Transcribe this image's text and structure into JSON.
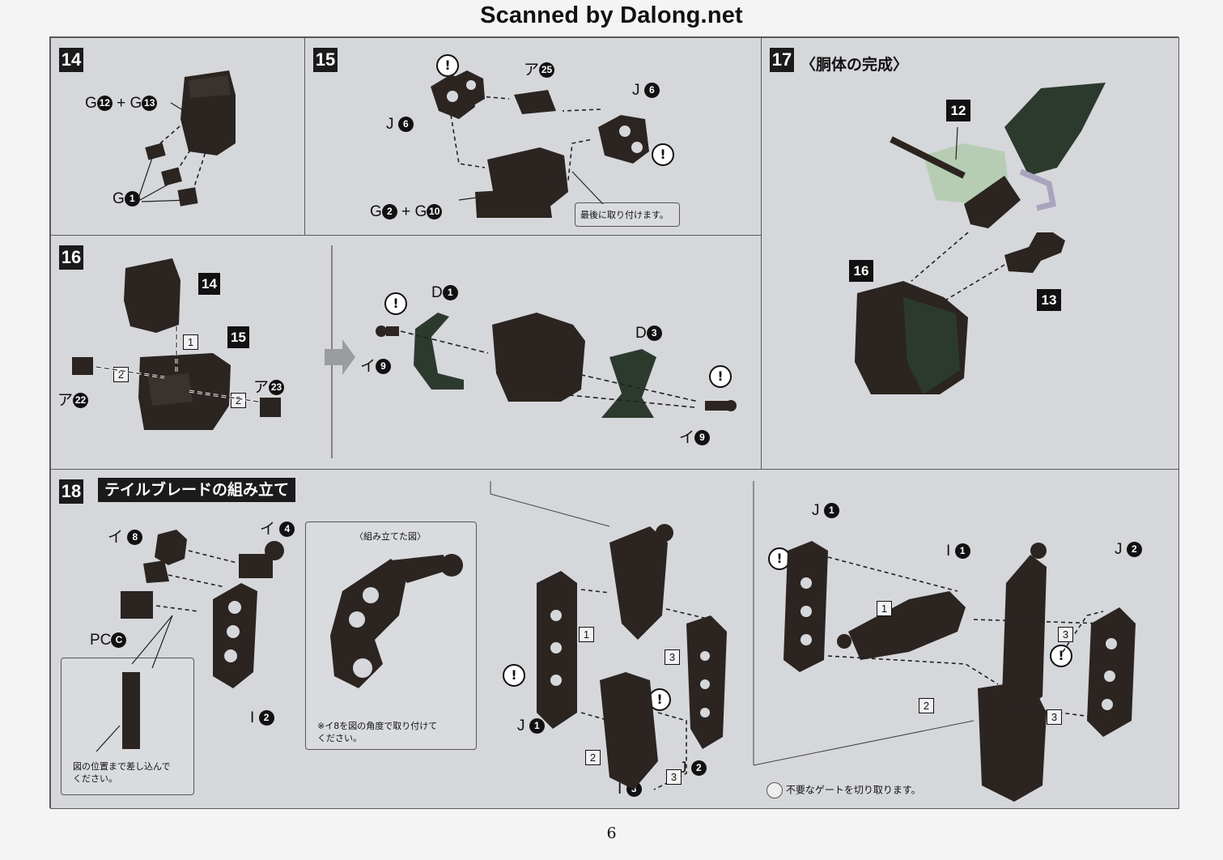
{
  "header": "Scanned by Dalong.net",
  "page_number": "6",
  "steps": {
    "s14": {
      "num": "14",
      "labels": [
        {
          "prefix": "G",
          "n": "12"
        },
        {
          "sep": "+"
        },
        {
          "prefix": "G",
          "n": "13"
        }
      ],
      "g1": {
        "prefix": "G",
        "n": "1"
      }
    },
    "s15": {
      "num": "15",
      "a25": {
        "prefix": "ア",
        "n": "25"
      },
      "j6a": {
        "prefix": "J",
        "n": "6"
      },
      "j6b": {
        "prefix": "J",
        "n": "6"
      },
      "g2": {
        "prefix": "G",
        "n": "2"
      },
      "plus": "+",
      "g10": {
        "prefix": "G",
        "n": "10"
      },
      "note": "最後に取り付けます。"
    },
    "s16": {
      "num": "16",
      "ref14": "14",
      "ref15": "15",
      "a22": {
        "prefix": "ア",
        "n": "22"
      },
      "a23": {
        "prefix": "ア",
        "n": "23"
      },
      "d1": {
        "prefix": "D",
        "n": "1"
      },
      "d3": {
        "prefix": "D",
        "n": "3"
      },
      "i9a": {
        "prefix": "イ",
        "n": "9"
      },
      "i9b": {
        "prefix": "イ",
        "n": "9"
      },
      "order1": "1",
      "order2": "2",
      "order2b": "2"
    },
    "s17": {
      "num": "17",
      "title": "〈胴体の完成〉",
      "ref12": "12",
      "ref13": "13",
      "ref16": "16"
    },
    "s18": {
      "num": "18",
      "title": "テイルブレードの組み立て",
      "i8": {
        "prefix": "イ",
        "n": "8"
      },
      "i4": {
        "prefix": "イ",
        "n": "4"
      },
      "pc": {
        "prefix": "PC",
        "n": "C"
      },
      "i2": {
        "prefix": "I",
        "n": "2"
      },
      "assembled_caption": "〈組み立てた図〉",
      "assembled_note": "※イ8を図の角度で取り付けて\nください。",
      "insert_note": "図の位置まで差し込んで\nください。",
      "mid_j1": {
        "prefix": "J",
        "n": "1"
      },
      "mid_j2": {
        "prefix": "J",
        "n": "2"
      },
      "mid_i3": {
        "prefix": "I",
        "n": "3"
      },
      "right_j1": {
        "prefix": "J",
        "n": "1"
      },
      "right_i1": {
        "prefix": "I",
        "n": "1"
      },
      "right_j2": {
        "prefix": "J",
        "n": "2"
      },
      "gate_note": "不要なゲートを切り取ります。"
    }
  },
  "caution_mark": "!",
  "colors": {
    "part": "#2b2420",
    "green": "#2c3a2e",
    "light_green": "#b7cdb3",
    "sheet": "#d4d6da"
  }
}
